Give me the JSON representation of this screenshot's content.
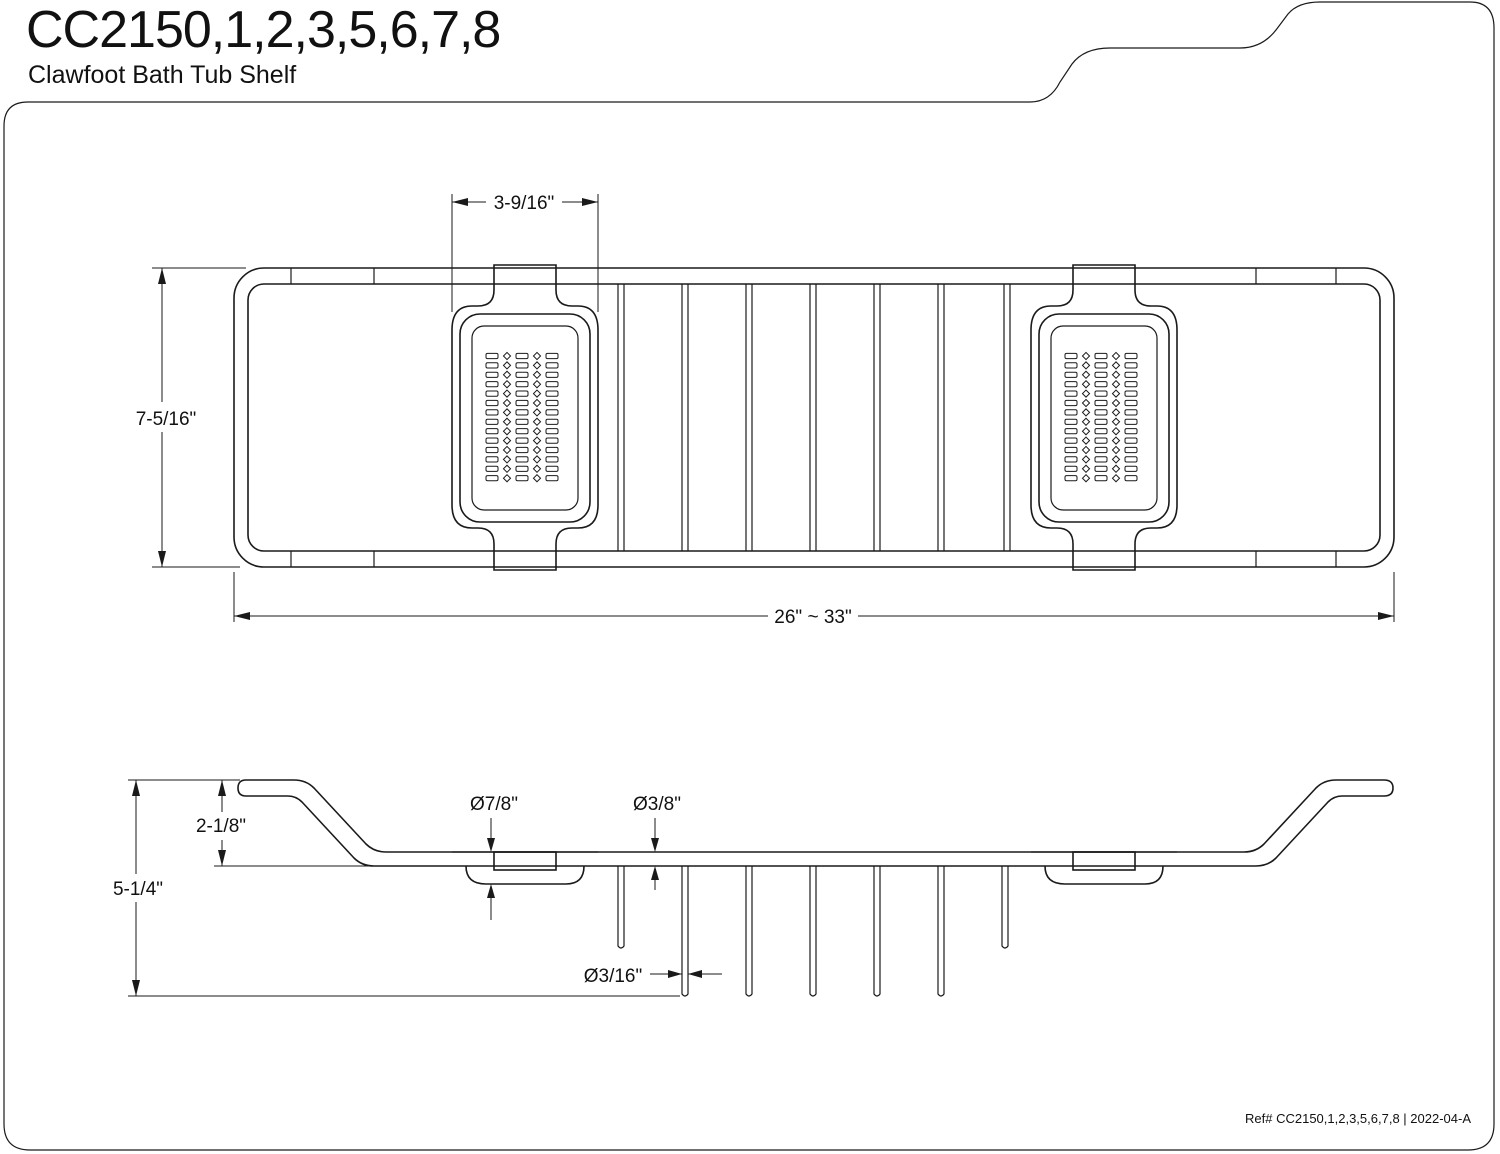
{
  "header": {
    "title": "CC2150,1,2,3,5,6,7,8",
    "subtitle": "Clawfoot Bath Tub Shelf"
  },
  "footer": {
    "reference": "Ref# CC2150,1,2,3,5,6,7,8 | 2022-04-A"
  },
  "dimensions": {
    "top_view": {
      "tray_width": "3-9/16\"",
      "depth": "7-5/16\"",
      "length": "26\" ~ 33\""
    },
    "side_view": {
      "tray_diameter": "Ø7/8\"",
      "frame_diameter": "Ø3/8\"",
      "rise": "2-1/8\"",
      "total_height": "5-1/4\"",
      "rod_diameter": "Ø3/16\""
    }
  }
}
